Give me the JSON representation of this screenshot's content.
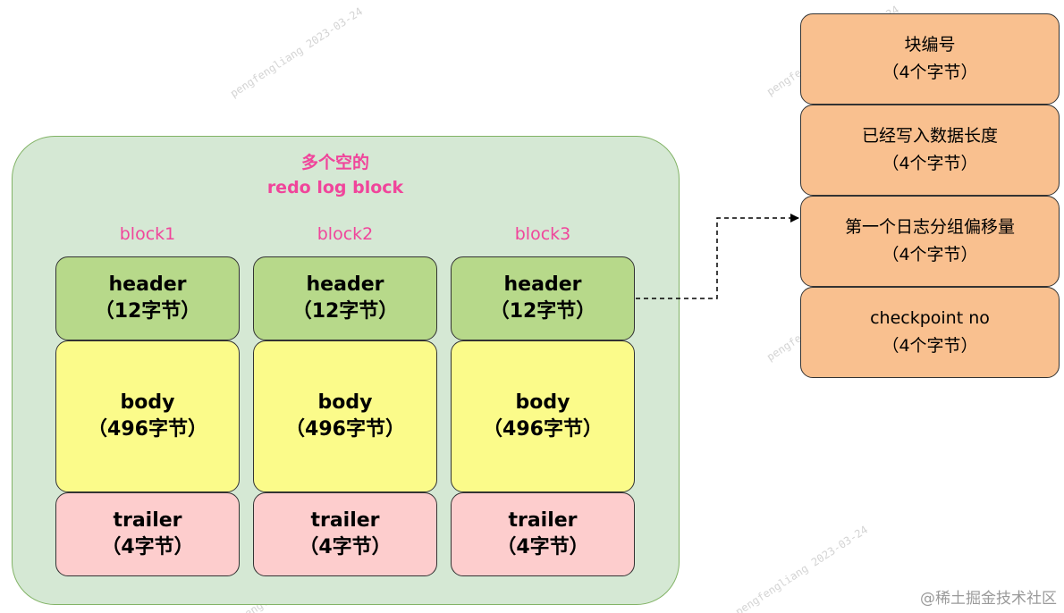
{
  "group": {
    "title_line1": "多个空的",
    "title_line2": "redo log block"
  },
  "blocks": [
    {
      "label": "block1",
      "header": {
        "name": "header",
        "size": "（12字节）"
      },
      "body": {
        "name": "body",
        "size": "（496字节）"
      },
      "trailer": {
        "name": "trailer",
        "size": "（4字节）"
      }
    },
    {
      "label": "block2",
      "header": {
        "name": "header",
        "size": "（12字节）"
      },
      "body": {
        "name": "body",
        "size": "（496字节）"
      },
      "trailer": {
        "name": "trailer",
        "size": "（4字节）"
      }
    },
    {
      "label": "block3",
      "header": {
        "name": "header",
        "size": "（12字节）"
      },
      "body": {
        "name": "body",
        "size": "（496字节）"
      },
      "trailer": {
        "name": "trailer",
        "size": "（4字节）"
      }
    }
  ],
  "header_fields": [
    {
      "name": "块编号",
      "size": "（4个字节）"
    },
    {
      "name": "已经写入数据长度",
      "size": "（4个字节）"
    },
    {
      "name": "第一个日志分组偏移量",
      "size": "（4个字节）"
    },
    {
      "name": "checkpoint no",
      "size": "（4个字节）"
    }
  ],
  "watermark": "pengfengliang 2023-03-24",
  "footer": "@稀土掘金技术社区",
  "colors": {
    "container_fill": "#d5e8d4",
    "header_fill": "#b7d98a",
    "body_fill": "#fbfb8a",
    "trailer_fill": "#fdcdcd",
    "detail_fill": "#f9c08f",
    "accent_text": "#f0459b"
  }
}
